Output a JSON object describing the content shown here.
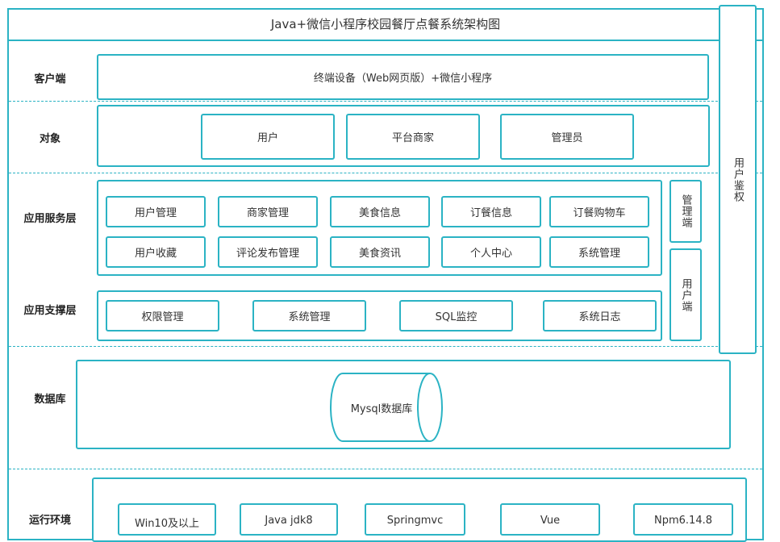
{
  "title": "Java+微信小程序校园餐厅点餐系统架构图",
  "layers": {
    "client": "客户端",
    "object": "对象",
    "service": "应用服务层",
    "support": "应用支撑层",
    "database": "数据库",
    "runtime": "运行环境"
  },
  "client_box": "终端设备（Web网页版）+微信小程序",
  "objects": [
    "用户",
    "平台商家",
    "管理员"
  ],
  "services": [
    "用户管理",
    "商家管理",
    "美食信息",
    "订餐信息",
    "订餐购物车",
    "用户收藏",
    "评论发布管理",
    "美食资讯",
    "个人中心",
    "系统管理"
  ],
  "side": {
    "admin": "管理端",
    "user": "用户端",
    "auth": "用户鉴权"
  },
  "support": [
    "权限管理",
    "系统管理",
    "SQL监控",
    "系统日志"
  ],
  "database": "Mysql数据库",
  "runtime": [
    "Win10及以上",
    "Java jdk8",
    "Springmvc",
    "Vue",
    "Npm6.14.8"
  ]
}
